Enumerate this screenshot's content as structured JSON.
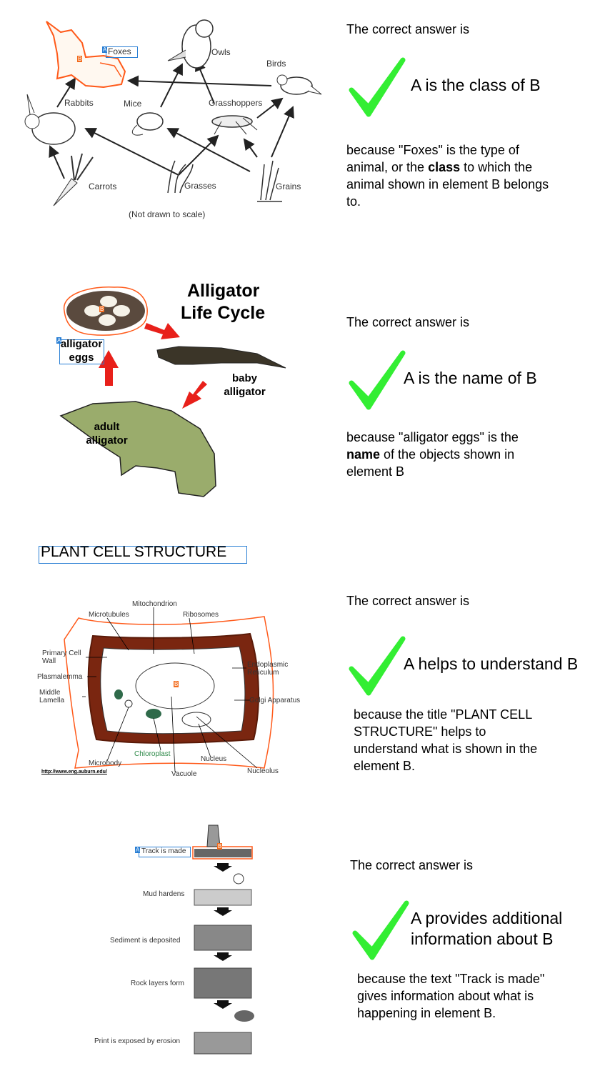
{
  "colors": {
    "check_green": "#33ee33",
    "marker_a": "#2a7fd4",
    "marker_b": "#f26b1d",
    "outline_b": "#ff5a1a"
  },
  "markers": {
    "a": "A",
    "b": "B"
  },
  "panels": [
    {
      "diagram": {
        "labels": {
          "foxes": "Foxes",
          "owls": "Owls",
          "birds": "Birds",
          "rabbits": "Rabbits",
          "mice": "Mice",
          "grasshoppers": "Grasshoppers",
          "carrots": "Carrots",
          "grasses": "Grasses",
          "grains": "Grains",
          "note": "(Not drawn to scale)"
        }
      },
      "intro": "The correct answer is",
      "answer": "A is the class of B",
      "explain_pre": "because \"Foxes\" is the type of animal, or the ",
      "explain_bold": "class",
      "explain_post": " to which the animal shown in element B belongs to."
    },
    {
      "diagram": {
        "title_line1": "Alligator",
        "title_line2": "Life Cycle",
        "labels": {
          "eggs_line1": "alligator",
          "eggs_line2": "eggs",
          "baby_line1": "baby",
          "baby_line2": "alligator",
          "adult_line1": "adult",
          "adult_line2": "alligator"
        }
      },
      "intro": "The correct answer is",
      "answer": "A is the name of B",
      "explain_pre": "because \"alligator eggs\" is the ",
      "explain_bold": "name",
      "explain_post": " of the objects shown in element B"
    },
    {
      "diagram": {
        "title": "PLANT CELL STRUCTURE",
        "labels": {
          "mitochondrion": "Mitochondrion",
          "microtubules": "Microtubules",
          "ribosomes": "Ribosomes",
          "primary_cell_wall_1": "Primary Cell",
          "primary_cell_wall_2": "Wall",
          "plasmalemma": "Plasmalemma",
          "middle_lamella_1": "Middle",
          "middle_lamella_2": "Lamella",
          "endoplasmic_1": "Endoplasmic",
          "endoplasmic_2": "Reticulum",
          "golgi": "Golgi Apparatus",
          "chloroplast": "Chloroplast",
          "nucleus": "Nucleus",
          "microbody": "Microbody",
          "nucleolus": "Nucleolus",
          "vacuole": "Vacuole",
          "url": "http://www.eng.auburn.edu/"
        }
      },
      "intro": "The correct answer is",
      "answer": "A helps to understand B",
      "explain_pre": "because the title \"PLANT CELL STRUCTURE\" helps to understand what is shown in the element B.",
      "explain_bold": "",
      "explain_post": ""
    },
    {
      "diagram": {
        "labels": {
          "step1": "Track is made",
          "step2": "Mud hardens",
          "step3": "Sediment is deposited",
          "step4": "Rock layers form",
          "step5": "Print is exposed by erosion"
        }
      },
      "intro": "The correct answer is",
      "answer": "A provides additional information about B",
      "explain_pre": "because the text \"Track is made\" gives information about what is happening in element B.",
      "explain_bold": "",
      "explain_post": ""
    }
  ]
}
